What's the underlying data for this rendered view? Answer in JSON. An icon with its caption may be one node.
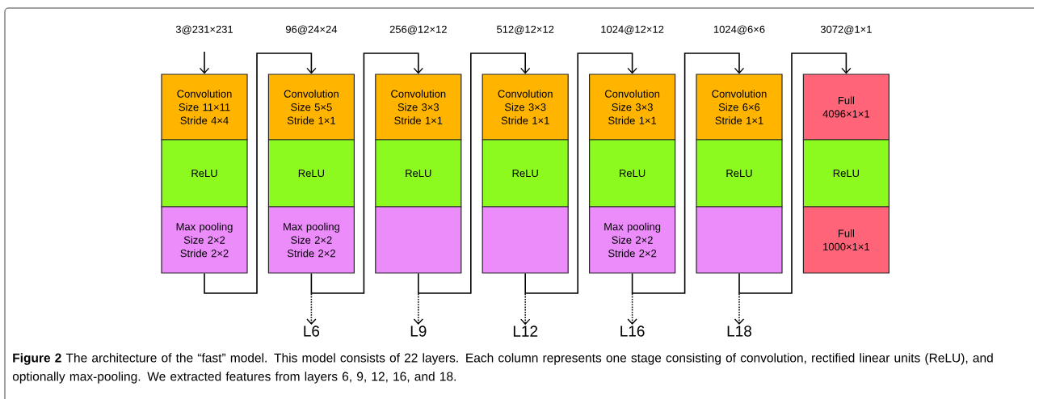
{
  "diagram": {
    "caption": "**Figure 2** The architecture of the “fast” model. This model consists of 22 layers. Each column represents one stage consisting of convolution, rectified linear units (ReLU), and optionally max-pooling. We extracted features from layers 6, 9, 12, 16, and 18.",
    "nodes": [
      {
        "text": [
          "Convolution",
          "Size 11×11",
          "Stride 4×4"
        ]
      },
      {
        "text": [
          "ReLU"
        ]
      },
      {
        "text": [
          "Max pooling",
          "Size 2×2",
          "Stride 2×2"
        ]
      },
      {
        "text": [
          "Convolution",
          "Size 5×5",
          "Stride 1×1"
        ]
      },
      {
        "text": [
          "ReLU"
        ]
      },
      {
        "text": [
          "Max pooling",
          "Size 2×2",
          "Stride 2×2"
        ]
      },
      {
        "text": [
          "Convolution",
          "Size 3×3",
          "Stride 1×1"
        ]
      },
      {
        "text": [
          "ReLU"
        ]
      },
      {
        "text": [],
        "shape": "box"
      },
      {
        "text": [
          "Convolution",
          "Size 3×3",
          "Stride 1×1"
        ]
      },
      {
        "text": [
          "ReLU"
        ]
      },
      {
        "text": [],
        "shape": "box"
      },
      {
        "text": [
          "Convolution",
          "Size 3×3",
          "Stride 1×1"
        ]
      },
      {
        "text": [
          "ReLU"
        ]
      },
      {
        "text": [
          "Max pooling",
          "Size 2×2",
          "Stride 2×2"
        ]
      },
      {
        "text": [
          "Convolution",
          "Size 6×6",
          "Stride 1×1"
        ]
      },
      {
        "text": [
          "ReLU"
        ]
      },
      {
        "text": [],
        "shape": "box"
      },
      {
        "text": [
          "Full",
          "4096×1×1"
        ]
      },
      {
        "text": [
          "ReLU"
        ]
      },
      {
        "text": [
          "Full",
          "1000×1×1"
        ]
      },
      {
        "text": [
          "L6"
        ]
      },
      {
        "text": [
          "L9"
        ]
      },
      {
        "text": [
          "L12"
        ]
      },
      {
        "text": [
          "L16"
        ]
      },
      {
        "text": [
          "L18"
        ]
      }
    ],
    "edges": [
      {
        "from": null,
        "to": 0,
        "arrow": "to"
      },
      {
        "from": 2,
        "to": 3,
        "arrow": "to"
      },
      {
        "from": 5,
        "to": 6,
        "arrow": "to"
      },
      {
        "from": 8,
        "to": 9,
        "arrow": "to"
      },
      {
        "from": 11,
        "to": 12,
        "arrow": "to"
      },
      {
        "from": 14,
        "to": 15,
        "arrow": "to"
      },
      {
        "from": 17,
        "to": 18,
        "arrow": "to"
      },
      {
        "from": 5,
        "to": 21,
        "arrow": "to",
        "style": "dashed"
      },
      {
        "from": 8,
        "to": 22,
        "arrow": "to",
        "style": "dashed"
      },
      {
        "from": 11,
        "to": 23,
        "arrow": "to",
        "style": "dashed"
      },
      {
        "from": 14,
        "to": 24,
        "arrow": "to",
        "style": "dashed"
      },
      {
        "from": 17,
        "to": 25,
        "arrow": "to",
        "style": "dashed"
      }
    ],
    "labels": [
      "3@231×231",
      "96@24×24",
      "256@12×12",
      "512@12×12",
      "1024@12×12",
      "1024@6×6",
      "3072@1×1"
    ]
  }
}
